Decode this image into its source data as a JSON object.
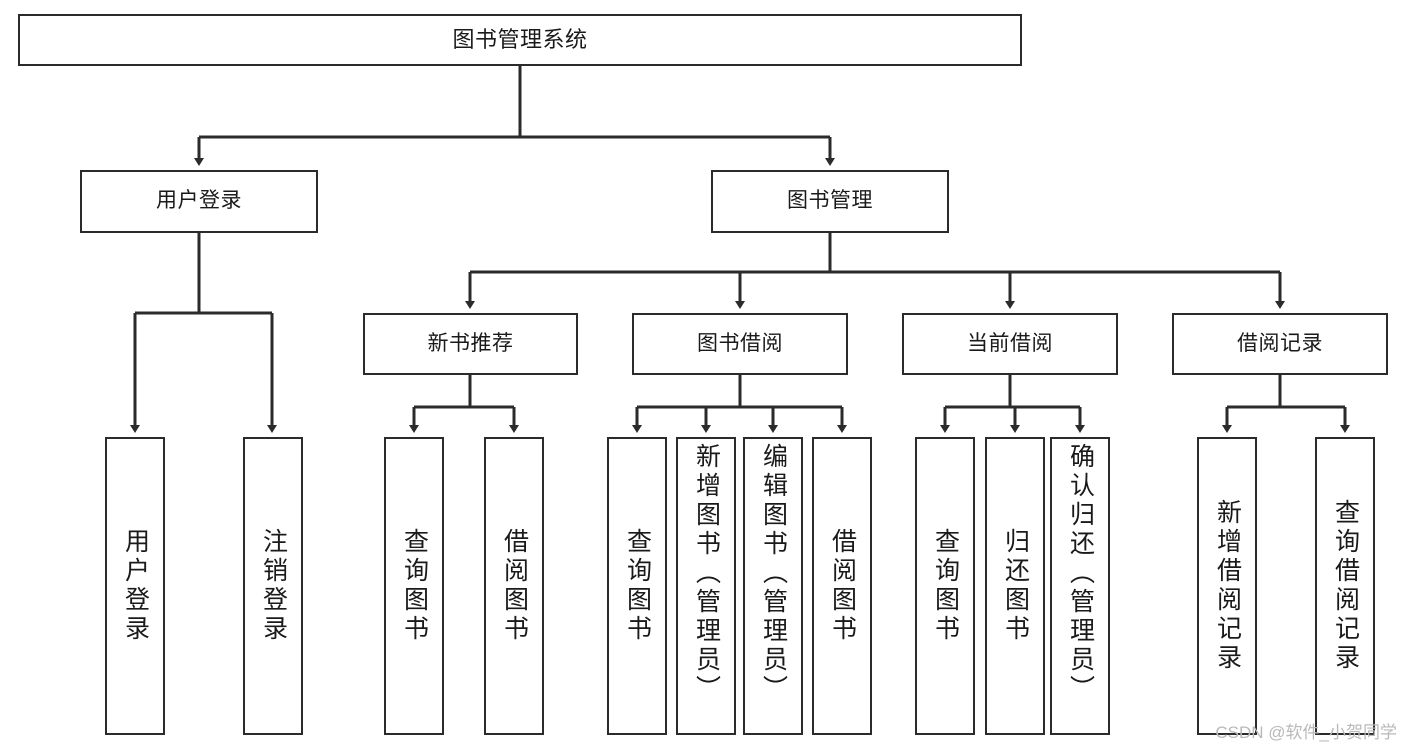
{
  "diagram": {
    "type": "tree",
    "title_node": {
      "label": "图书管理系统"
    },
    "level2": [
      {
        "label": "用户登录"
      },
      {
        "label": "图书管理"
      }
    ],
    "level3": [
      {
        "label": "新书推荐"
      },
      {
        "label": "图书借阅"
      },
      {
        "label": "当前借阅"
      },
      {
        "label": "借阅记录"
      }
    ],
    "leaves": {
      "user_login": [
        {
          "label": "用户登录"
        },
        {
          "label": "注销登录"
        }
      ],
      "new_book_recommend": [
        {
          "label": "查询图书"
        },
        {
          "label": "借阅图书"
        }
      ],
      "book_borrow": [
        {
          "label": "查询图书"
        },
        {
          "label": "新增图书（管理员）"
        },
        {
          "label": "编辑图书（管理员）"
        },
        {
          "label": "借阅图书"
        }
      ],
      "current_borrow": [
        {
          "label": "查询图书"
        },
        {
          "label": "归还图书"
        },
        {
          "label": "确认归还（管理员）"
        }
      ],
      "borrow_record": [
        {
          "label": "新增借阅记录"
        },
        {
          "label": "查询借阅记录"
        }
      ]
    }
  },
  "watermark": {
    "text": "CSDN @软件_小贺同学"
  },
  "colors": {
    "stroke": "#2b2b2b",
    "background": "#ffffff",
    "text": "#1a1a1a",
    "watermark": "#b9b9b9"
  }
}
